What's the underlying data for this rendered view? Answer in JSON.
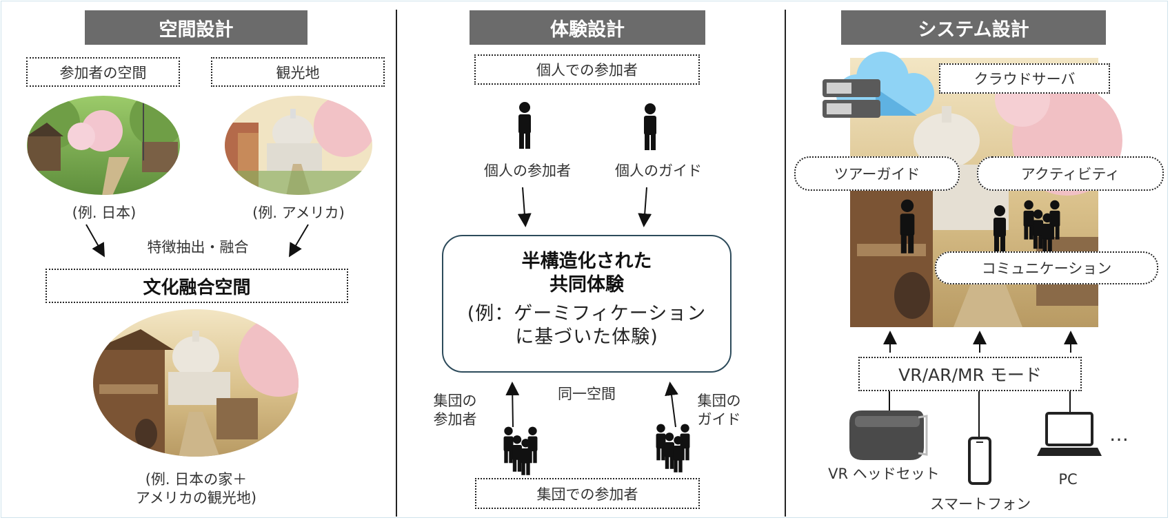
{
  "space": {
    "header": "空間設計",
    "participant_space": "参加者の空間",
    "tourist_spot": "観光地",
    "example_japan": "(例. 日本)",
    "example_america": "(例. アメリカ)",
    "extraction": "特徴抽出・融合",
    "fusion_space": "文化融合空間",
    "fusion_example_1": "(例. 日本の家＋",
    "fusion_example_2": "アメリカの観光地)"
  },
  "experience": {
    "header": "体験設計",
    "individual_participants": "個人での参加者",
    "individual_participant": "個人の参加者",
    "individual_guide": "個人のガイド",
    "center_title_1": "半構造化された",
    "center_title_2": "共同体験",
    "center_sub_1": "(例：ゲーミフィケーション",
    "center_sub_2": "に基づいた体験)",
    "same_space": "同一空間",
    "group_participant_1": "集団の",
    "group_participant_2": "参加者",
    "group_guide_1": "集団の",
    "group_guide_2": "ガイド",
    "group_participants": "集団での参加者"
  },
  "system": {
    "header": "システム設計",
    "cloud_server": "クラウドサーバ",
    "tour_guide": "ツアーガイド",
    "activity": "アクティビティ",
    "communication": "コミュニケーション",
    "mode": "VR/AR/MR モード",
    "vr_headset": "VR ヘッドセット",
    "smartphone": "スマートフォン",
    "pc": "PC",
    "more": "…"
  },
  "icons": {
    "server": "server-icon",
    "cloud": "cloud-icon",
    "person": "person-icon",
    "group": "group-icon",
    "headset": "vr-headset-icon",
    "phone": "smartphone-icon",
    "laptop": "laptop-icon"
  },
  "colors": {
    "header_bg": "#6b6b6b",
    "cloud": "#8fd3f5",
    "center_border": "#2c4a5a"
  }
}
